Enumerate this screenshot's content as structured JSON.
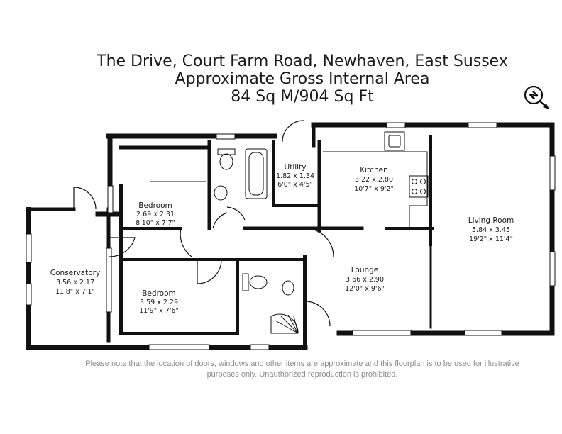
{
  "header": {
    "line1": "The Drive, Court Farm Road, Newhaven, East Sussex",
    "line2": "Approximate Gross Internal Area",
    "line3": "84 Sq M/904 Sq Ft"
  },
  "compass": {
    "letter": "N"
  },
  "rooms": {
    "conservatory": {
      "name": "Conservatory",
      "metric": "3.56 x 2.17",
      "imperial": "11'8\" x 7'1\""
    },
    "bedroom1": {
      "name": "Bedroom",
      "metric": "2.69 x 2.31",
      "imperial": "8'10\" x 7'7\""
    },
    "bedroom2": {
      "name": "Bedroom",
      "metric": "3.59 x 2.29",
      "imperial": "11'9\" x 7'6\""
    },
    "utility": {
      "name": "Utility",
      "metric": "1.82 x 1.34",
      "imperial": "6'0\" x 4'5\""
    },
    "kitchen": {
      "name": "Kitchen",
      "metric": "3.22 x 2.80",
      "imperial": "10'7\" x 9'2\""
    },
    "living": {
      "name": "Living Room",
      "metric": "5.84 x 3.45",
      "imperial": "19'2\" x 11'4\""
    },
    "lounge": {
      "name": "Lounge",
      "metric": "3.66 x 2.90",
      "imperial": "12'0\" x 9'6\""
    }
  },
  "disclaimer": {
    "line1": "Please note that the location of doors, windows and other items are approximate and this floorplan is to be used for illustrative",
    "line2": "purposes only. Unauthorized reproduction is prohibited."
  },
  "colors": {
    "wall": "#111111",
    "text": "#1a1a1a",
    "disclaimer": "#8c8c8c"
  }
}
